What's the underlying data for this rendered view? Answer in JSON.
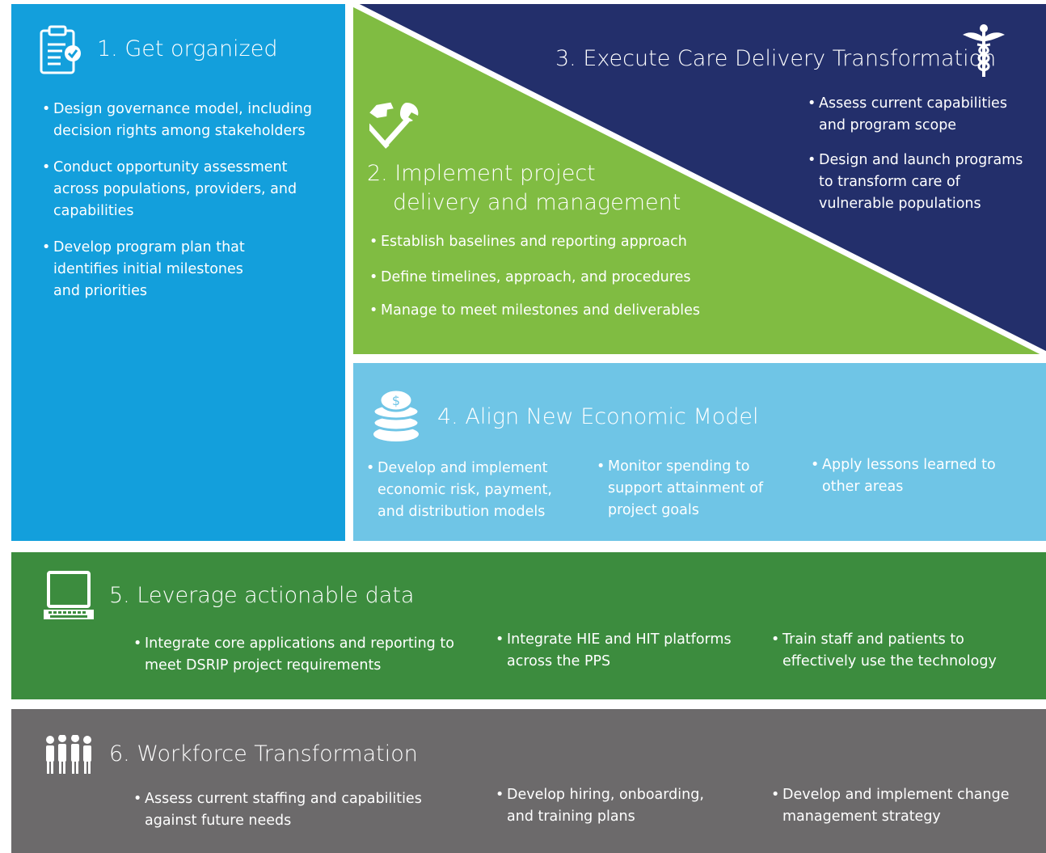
{
  "colors": {
    "blue": "#139fdc",
    "green": "#80bc42",
    "navy": "#232f6b",
    "lightblue": "#6fc5e6",
    "darkgreen": "#3c8c3e",
    "gray": "#6c6a6b"
  },
  "step1": {
    "title": "1. Get organized",
    "icon": "clipboard-check-icon",
    "bullets": [
      "Design governance model, including decision rights among stakeholders",
      "Conduct opportunity assessment across populations, providers, and capabilities",
      "Develop program plan that identifies initial milestones and priorities"
    ]
  },
  "step2": {
    "title_line1": "2. Implement project",
    "title_line2": "delivery and management",
    "icon": "hammer-wrench-icon",
    "bullets": [
      "Establish baselines and reporting approach",
      "Define timelines, approach, and procedures",
      "Manage to meet milestones and deliverables"
    ]
  },
  "step3": {
    "title": "3. Execute Care Delivery Transformation",
    "icon": "caduceus-icon",
    "bullets": [
      "Assess current capabilities and program scope",
      "Design and launch programs to transform care of vulnerable populations"
    ]
  },
  "step4": {
    "title": "4. Align New Economic Model",
    "icon": "coin-stack-icon",
    "bullets": [
      "Develop and implement economic risk, payment, and distribution models",
      "Monitor spending to support attainment of project goals",
      "Apply lessons learned to other areas"
    ]
  },
  "step5": {
    "title": "5. Leverage actionable data",
    "icon": "laptop-icon",
    "bullets": [
      "Integrate core applications and reporting to meet DSRIP project requirements",
      "Integrate HIE and HIT platforms across the PPS",
      "Train staff and patients to effectively use the technology"
    ]
  },
  "step6": {
    "title": "6. Workforce Transformation",
    "icon": "people-group-icon",
    "bullets": [
      "Assess current staffing and capabilities against future needs",
      "Develop hiring, onboarding, and training plans",
      "Develop and implement change management strategy"
    ]
  }
}
